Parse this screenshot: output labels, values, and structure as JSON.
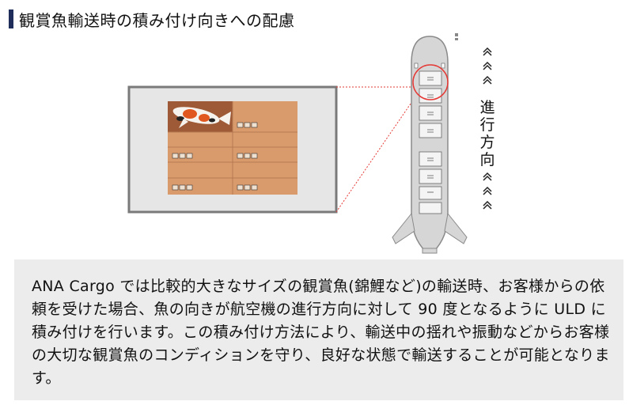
{
  "heading": {
    "title": "観賞魚輸送時の積み付け向きへの配慮"
  },
  "figure": {
    "direction_label": "進行方向",
    "direction_chars": [
      "進",
      "行",
      "方",
      "向"
    ],
    "chevron_glyph": "«"
  },
  "description": {
    "text": "ANA Cargo では比較的大きなサイズの観賞魚(錦鯉など)の輸送時、お客様からの依頼を受けた場合、魚の向きが航空機の進行方向に対して 90 度となるように ULD に積み付けを行います。この積み付け方法により、輸送中の揺れや振動などからお客様の大切な観賞魚のコンディションを守り、良好な状態で輸送することが可能となります。"
  },
  "colors": {
    "title_bar": "#1f2d5a",
    "box_fill": "#d99a6c",
    "box_dark": "#9e5a36",
    "highlight": "#e53935",
    "fuselage": "#d6d6d6"
  }
}
